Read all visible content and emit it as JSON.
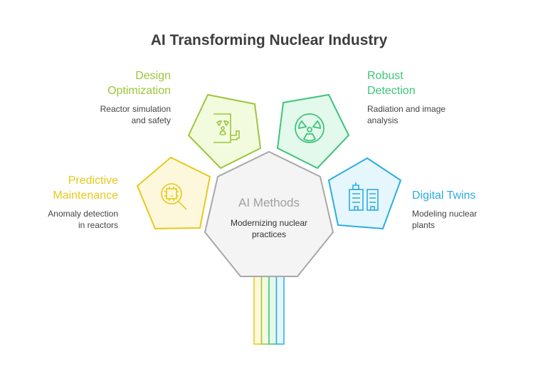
{
  "title": "AI Transforming Nuclear Industry",
  "center": {
    "label": "AI Methods",
    "description_line1": "Modernizing nuclear",
    "description_line2": "practices",
    "color": "#a8a8a8"
  },
  "items": [
    {
      "title_line1": "Design",
      "title_line2": "Optimization",
      "desc_line1": "Reactor simulation",
      "desc_line2": "and safety",
      "color": "#9cc63a",
      "icon": "reactor-building-icon"
    },
    {
      "title_line1": "Robust",
      "title_line2": "Detection",
      "desc_line1": "Radiation and image",
      "desc_line2": "analysis",
      "color": "#3ec47a",
      "icon": "radiation-icon"
    },
    {
      "title_line1": "Predictive",
      "title_line2": "Maintenance",
      "desc_line1": "Anomaly detection",
      "desc_line2": "in reactors",
      "color": "#e6c91c",
      "icon": "chip-search-icon"
    },
    {
      "title_line1": "Digital Twins",
      "desc_line1": "Modeling nuclear",
      "desc_line2": "plants",
      "color": "#2aade0",
      "icon": "buildings-icon"
    }
  ]
}
